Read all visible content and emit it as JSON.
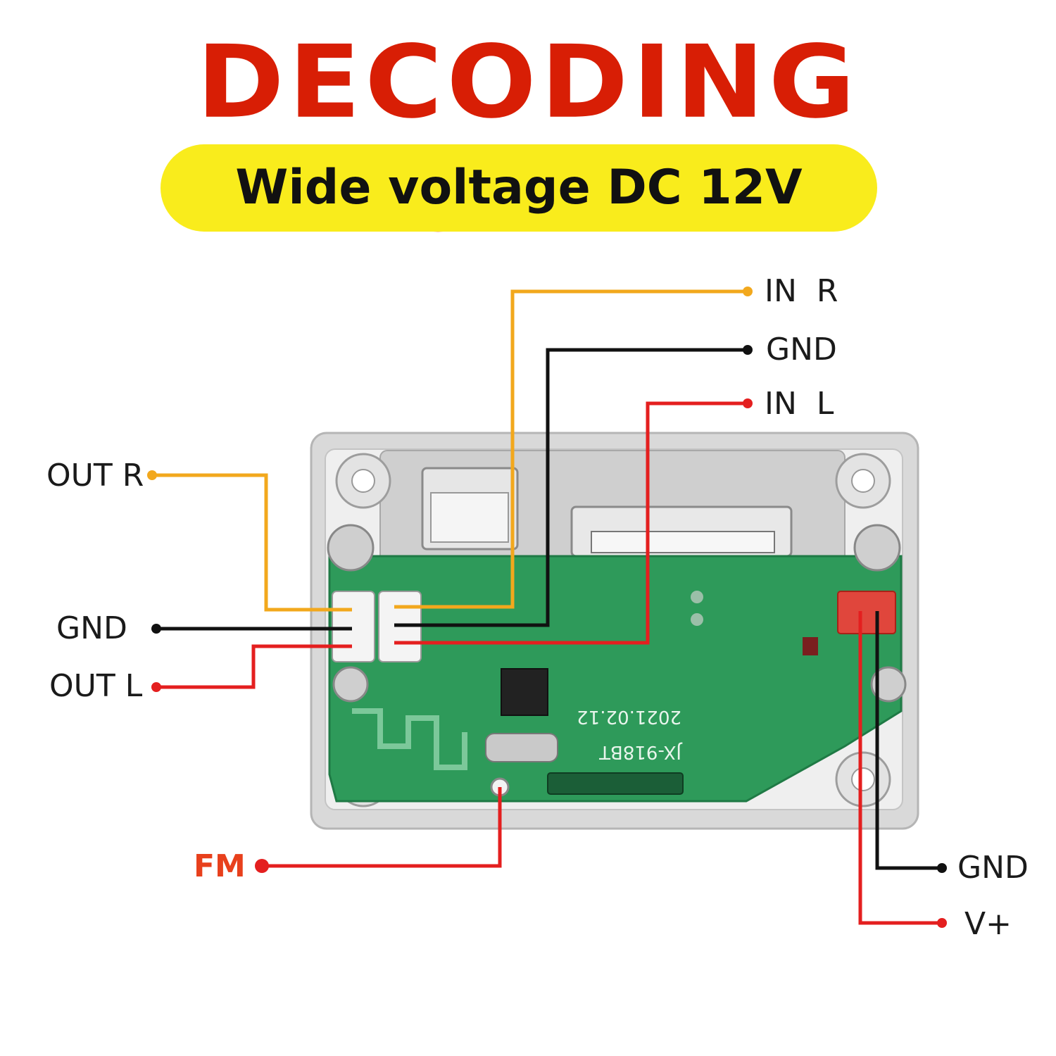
{
  "title": "DECODING BOARD",
  "subtitle": "Wide voltage DC 12V",
  "board": {
    "model": "JX-918BT",
    "date": "2021.02.12"
  },
  "labels": {
    "in_r": "IN  R",
    "gnd_top": "GND",
    "in_l": "IN  L",
    "out_r": "OUT R",
    "gnd_left": "GND",
    "out_l": "OUT L",
    "fm": "FM",
    "gnd_right": "GND",
    "v_plus": "V+"
  },
  "colors": {
    "title": "#d81e05",
    "highlight": "#f9ec1c",
    "wire_orange": "#f2a81d",
    "wire_black": "#111111",
    "wire_red": "#e41f1f",
    "pcb": "#2e9a5a"
  }
}
